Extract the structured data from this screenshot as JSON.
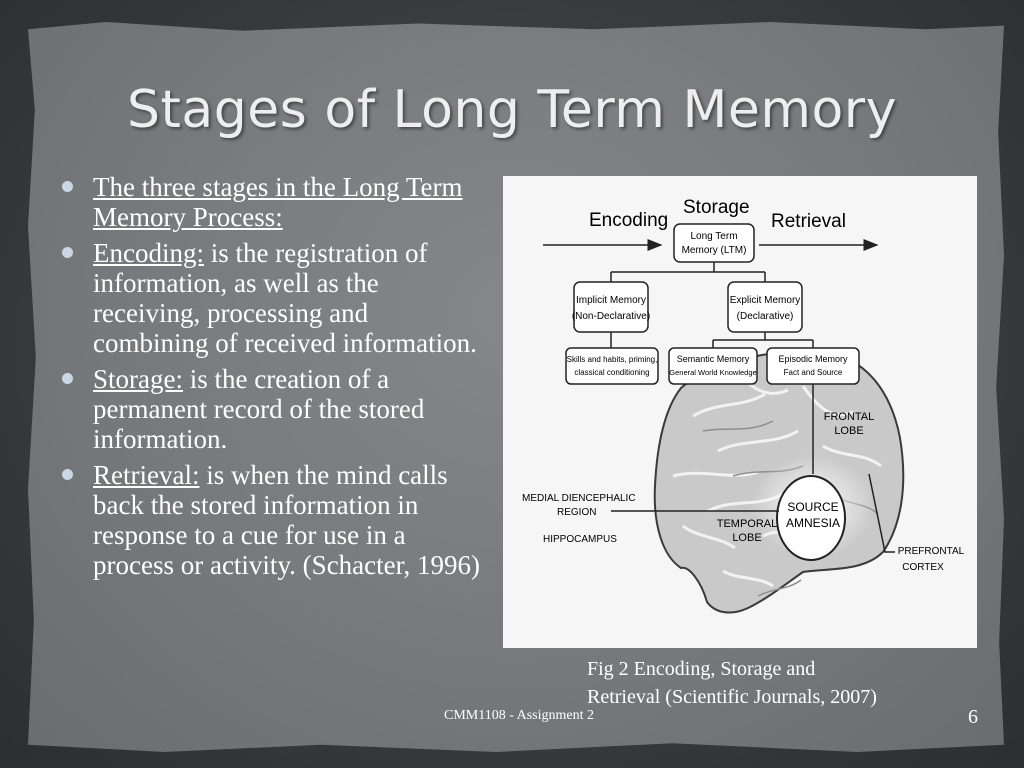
{
  "slide": {
    "title": "Stages of Long Term Memory",
    "bullets": [
      {
        "head": "The three stages in the Long Term Memory Process:",
        "body": ""
      },
      {
        "head": "Encoding:",
        "body": " is the registration of information, as well as the receiving, processing and combining of received information."
      },
      {
        "head": "Storage:",
        "body": " is the creation of a permanent record of the stored information."
      },
      {
        "head": "Retrieval:",
        "body": " is when the mind calls back the stored information in response to a cue for use in a process or activity. (Schacter,  1996)"
      }
    ],
    "caption_line1": "Fig 2  Encoding, Storage and",
    "caption_line2": "Retrieval (Scientific Journals, 2007)",
    "footer": "CMM1108 - Assignment 2",
    "page_number": "6"
  },
  "diagram": {
    "encoding": "Encoding",
    "storage": "Storage",
    "retrieval": "Retrieval",
    "ltm_line1": "Long Term",
    "ltm_line2": "Memory (LTM)",
    "implicit_line1": "Implicit Memory",
    "implicit_line2": "(Non-Declarative)",
    "explicit_line1": "Explicit Memory",
    "explicit_line2": "(Declarative)",
    "skills_line1": "Skills and habits, priming,",
    "skills_line2": "classical conditioning",
    "semantic_line1": "Semantic Memory",
    "semantic_line2": "General World Knowledge",
    "episodic_line1": "Episodic Memory",
    "episodic_line2": "Fact and Source",
    "frontal_line1": "FRONTAL",
    "frontal_line2": "LOBE",
    "source_line1": "SOURCE",
    "source_line2": "AMNESIA",
    "medial_line1": "MEDIAL DIENCEPHALIC",
    "medial_line2": "REGION",
    "hippocampus": "HIPPOCAMPUS",
    "temporal_line1": "TEMPORAL",
    "temporal_line2": "LOBE",
    "prefrontal_line1": "PREFRONTAL",
    "prefrontal_line2": "CORTEX"
  }
}
